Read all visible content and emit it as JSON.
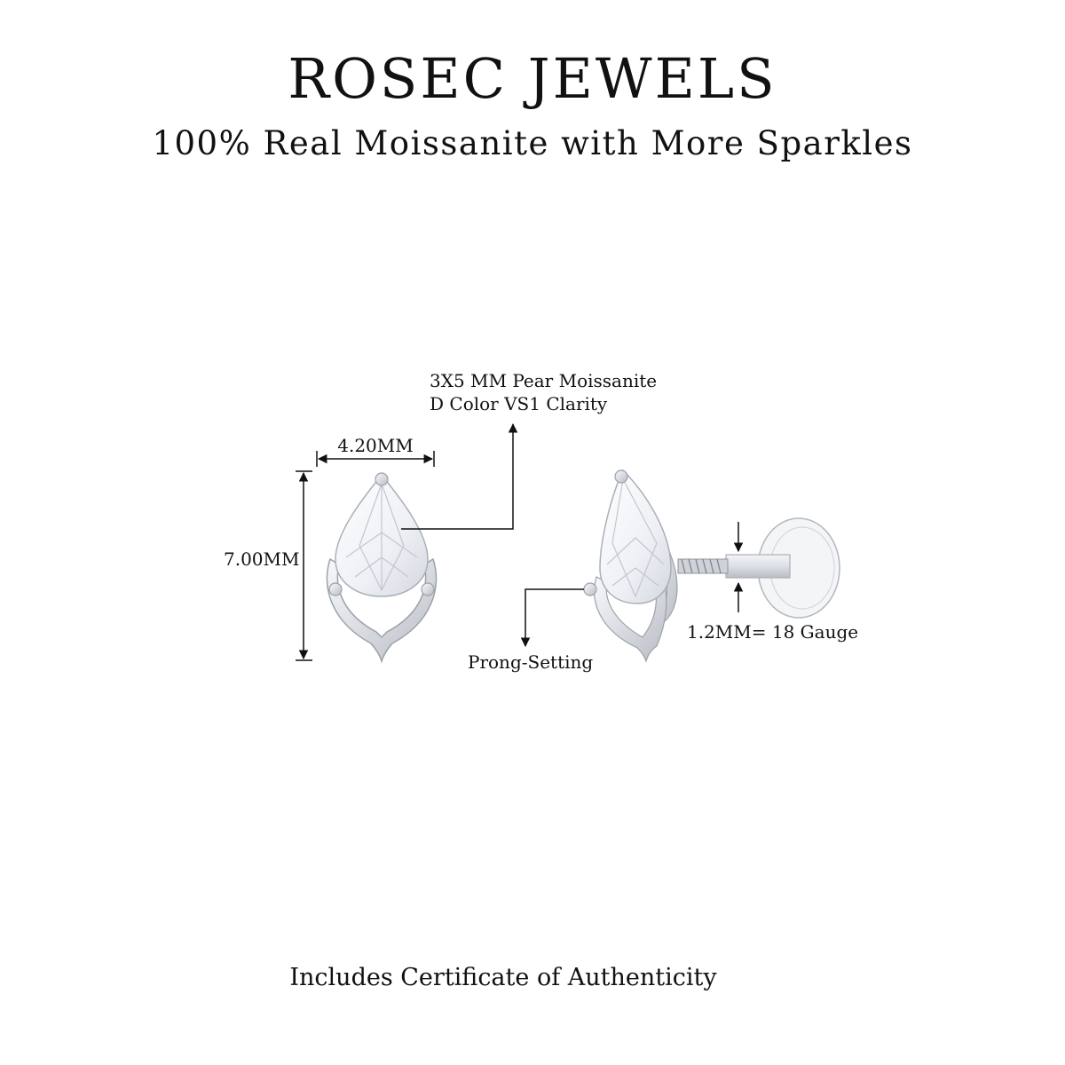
{
  "header": {
    "brand": "ROSEC JEWELS",
    "tagline": "100% Real Moissanite with More Sparkles"
  },
  "labels": {
    "width": "4.20MM",
    "height": "7.00MM",
    "stone_line1": "3X5 MM Pear Moissanite",
    "stone_line2": "D Color VS1 Clarity",
    "setting": "Prong-Setting",
    "gauge": "1.2MM= 18 Gauge"
  },
  "footer": {
    "note": "Includes Certificate of Authenticity"
  },
  "colors": {
    "text": "#111111",
    "metal": "#e4e6ea",
    "metal_shadow": "#aeb2b8",
    "stone": "#f2f4f8",
    "stone_facet": "#c6cad2"
  }
}
